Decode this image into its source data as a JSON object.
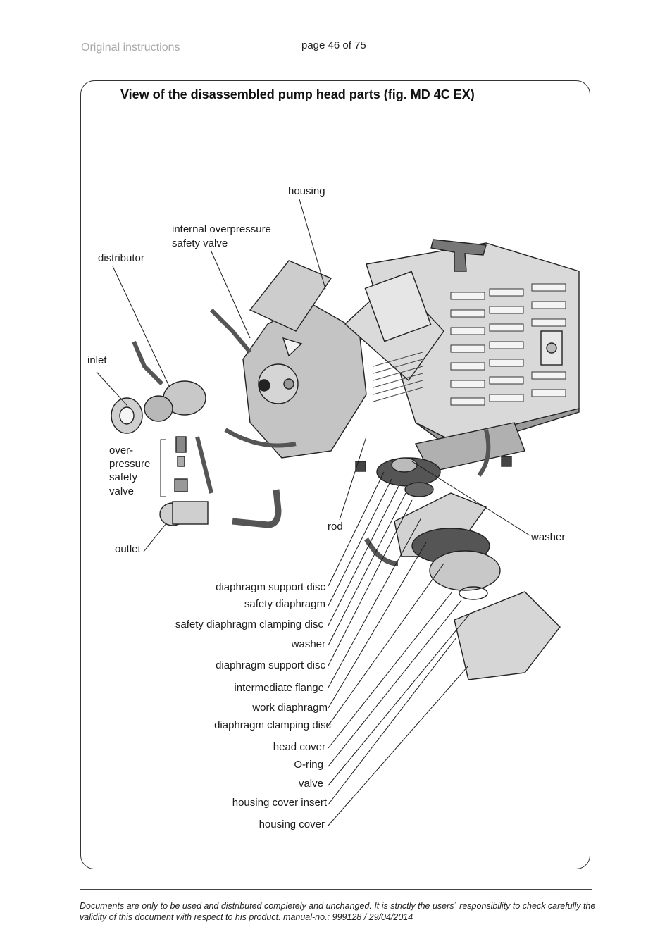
{
  "header": {
    "left": "Original instructions",
    "page": "page 46 of 75"
  },
  "figure": {
    "title": "View of the disassembled pump head parts (fig. MD 4C EX)",
    "labels": {
      "housing": "housing",
      "internal_valve_line1": "internal overpressure",
      "internal_valve_line2": "safety valve",
      "distributor": "distributor",
      "inlet": "inlet",
      "over_line1": "over-",
      "over_line2": "pressure",
      "over_line3": "safety",
      "over_line4": "valve",
      "outlet": "outlet",
      "rod": "rod",
      "washer_right": "washer",
      "diaphragm_support_disc_1": "diaphragm support disc",
      "safety_diaphragm": "safety diaphragm",
      "safety_diaphragm_clamping_disc": "safety diaphragm clamping disc",
      "washer": "washer",
      "diaphragm_support_disc_2": "diaphragm support disc",
      "intermediate_flange": "intermediate flange",
      "work_diaphragm": "work diaphragm",
      "diaphragm_clamping_disc": "diaphragm clamping disc",
      "head_cover": "head cover",
      "o_ring": "O-ring",
      "valve": "valve",
      "housing_cover_insert": "housing cover insert",
      "housing_cover": "housing cover"
    }
  },
  "footer": {
    "text": "Documents are only to be used and distributed completely and unchanged. It is strictly the users´ responsibility to check carefully the validity of this document with respect to his product. manual-no.: 999128 / 29/04/2014"
  }
}
